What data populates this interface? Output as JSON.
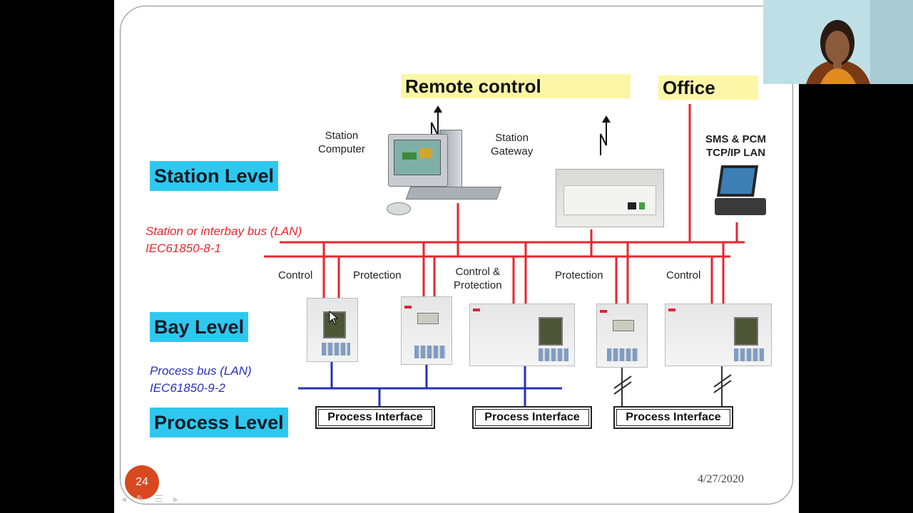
{
  "remote_control": "Remote control",
  "office": "Office",
  "station_computer": "Station\nComputer",
  "station_gateway": "Station\nGateway",
  "sms_pcm": "SMS & PCM\nTCP/IP LAN",
  "levels": {
    "station": "Station Level",
    "bay": "Bay Level",
    "process": "Process Level"
  },
  "station_bus": {
    "line1": "Station or interbay bus (LAN)",
    "line2": "IEC61850-8-1"
  },
  "process_bus": {
    "line1": "Process bus (LAN)",
    "line2": "IEC61850-9-2"
  },
  "bay_functions": {
    "control_1": "Control",
    "protection_1": "Protection",
    "control_protection": "Control &\nProtection",
    "protection_2": "Protection",
    "control_2": "Control"
  },
  "process_interfaces": [
    "Process Interface",
    "Process Interface",
    "Process Interface"
  ],
  "slide_number": "24",
  "date": "4/27/2020",
  "colors": {
    "level_tag": "#2ec8ef",
    "title_tag": "#fbf7a6",
    "station_bus": "#e8262e",
    "process_bus": "#2730b8",
    "page_badge": "#d9481f"
  }
}
